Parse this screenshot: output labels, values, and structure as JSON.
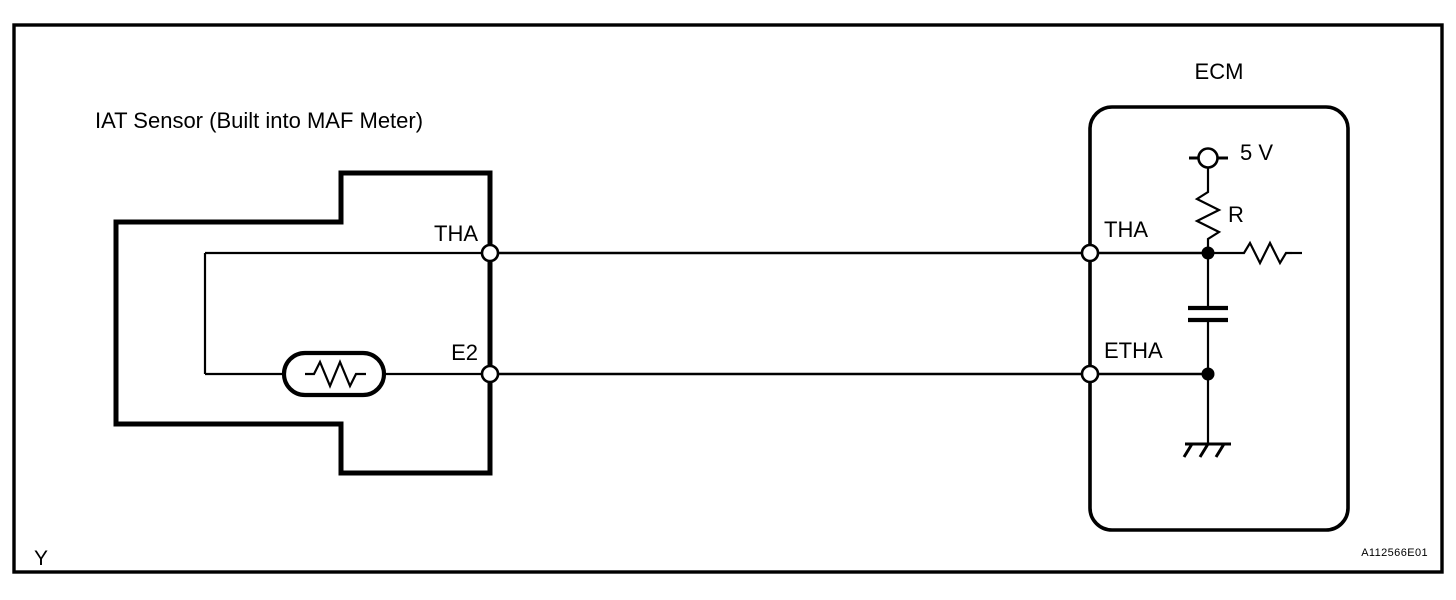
{
  "figure": {
    "title_sensor": "IAT Sensor (Built into MAF Meter)",
    "title_ecm": "ECM",
    "reference_code": "A112566E01",
    "corner_marker": "Y",
    "colors": {
      "line": "#000000",
      "background": "#ffffff",
      "terminal_fill": "#ffffff"
    }
  },
  "labels": {
    "sensor_tha": "THA",
    "sensor_e2": "E2",
    "ecm_tha": "THA",
    "ecm_etha": "ETHA",
    "supply_voltage": "5 V",
    "resistor_r": "R"
  },
  "components": [
    {
      "name": "thermistor",
      "symbol": "resistor-in-capsule",
      "location": "iat-sensor",
      "label": ""
    },
    {
      "name": "pull-up-resistor",
      "symbol": "zigzag-resistor-vertical",
      "location": "ecm",
      "label": "R"
    },
    {
      "name": "series-resistor",
      "symbol": "zigzag-resistor-horizontal",
      "location": "ecm",
      "label": ""
    },
    {
      "name": "capacitor",
      "symbol": "parallel-plates",
      "location": "ecm",
      "label": ""
    },
    {
      "name": "chassis-ground",
      "symbol": "ground-hatched",
      "location": "ecm",
      "label": ""
    },
    {
      "name": "voltage-source-terminal",
      "symbol": "circle-with-bar",
      "location": "ecm",
      "label": "5 V"
    }
  ],
  "terminals": [
    {
      "name": "sensor-tha-terminal",
      "label": "THA",
      "style": "open-circle"
    },
    {
      "name": "sensor-e2-terminal",
      "label": "E2",
      "style": "open-circle"
    },
    {
      "name": "ecm-tha-terminal",
      "label": "THA",
      "style": "open-circle"
    },
    {
      "name": "ecm-etha-terminal",
      "label": "ETHA",
      "style": "open-circle"
    }
  ],
  "connections": [
    {
      "from": "sensor-tha-terminal",
      "to": "ecm-tha-terminal"
    },
    {
      "from": "sensor-e2-terminal",
      "to": "ecm-etha-terminal"
    }
  ]
}
